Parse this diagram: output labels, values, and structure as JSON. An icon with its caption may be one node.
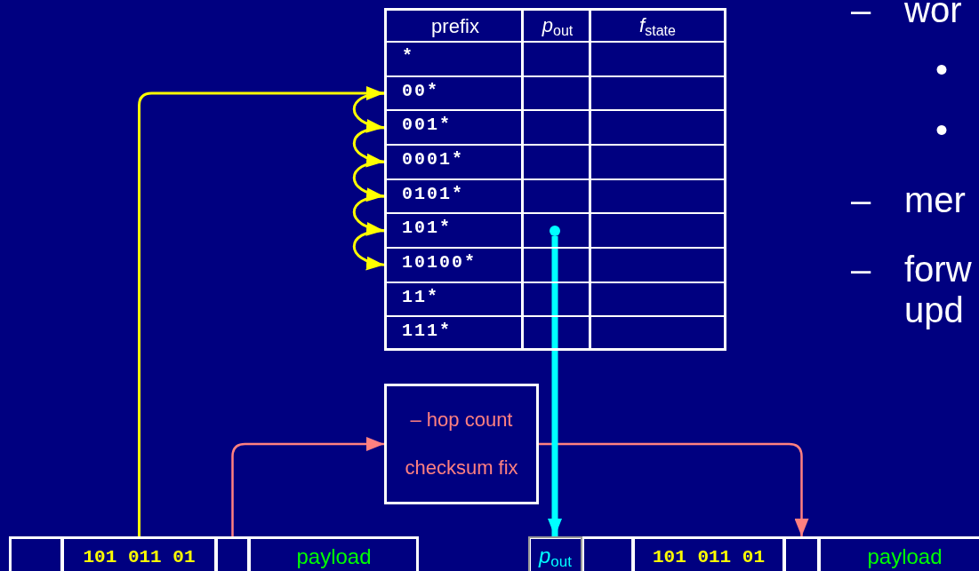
{
  "diagram": {
    "nodes": [
      {
        "text": [
          "prefix",
          "*p*$_{out}$",
          "*f*$_{state}$"
        ]
      },
      {
        "text": [
          "*"
        ],
        "in": 0
      },
      {
        "text": [
          "00*"
        ],
        "in": 0
      },
      {
        "text": [
          "001*"
        ],
        "in": 0
      },
      {
        "text": [
          "0001*"
        ],
        "in": 0
      },
      {
        "text": [
          "0101*"
        ],
        "in": 0
      },
      {
        "text": [
          "101*"
        ],
        "in": 0
      },
      {
        "text": [
          "10100*"
        ],
        "in": 0
      },
      {
        "text": [
          "11*"
        ],
        "in": 0
      },
      {
        "text": [
          "111*"
        ],
        "in": 0
      },
      {
        "text": [],
        "shape": "circle",
        "in": 0
      },
      {
        "text": [
          "– hop count",
          "checksum fix"
        ]
      },
      {
        "text": [],
        "shape": "bar"
      },
      {
        "text": [],
        "shape": "box",
        "in": 12
      },
      {
        "text": [
          "101 011 01"
        ],
        "in": 12
      },
      {
        "text": [],
        "shape": "box",
        "in": 12
      },
      {
        "text": [
          "payload"
        ],
        "in": 12
      },
      {
        "text": [],
        "shape": "bar"
      },
      {
        "text": [
          "*p*$_{out}$"
        ],
        "in": 17
      },
      {
        "text": [],
        "shape": "box",
        "in": 17
      },
      {
        "text": [
          "101 011 01"
        ],
        "in": 17
      },
      {
        "text": [],
        "shape": "box",
        "in": 17
      },
      {
        "text": [
          "payload"
        ],
        "in": 17
      }
    ],
    "edges": [
      {
        "from": 14,
        "to": 2,
        "arrow": "to"
      },
      {
        "from": 2,
        "to": 3,
        "arrow": "to"
      },
      {
        "from": 3,
        "to": 4,
        "arrow": "to"
      },
      {
        "from": 4,
        "to": 5,
        "arrow": "to"
      },
      {
        "from": 5,
        "to": 6,
        "arrow": "to"
      },
      {
        "from": 6,
        "to": 7,
        "arrow": "to"
      },
      {
        "from": 15,
        "to": 11,
        "arrow": "to",
        "color": "#ff8080"
      },
      {
        "from": 11,
        "to": 21,
        "arrow": "to",
        "color": "#ff8080"
      },
      {
        "from": 10,
        "to": 18,
        "arrow": "to",
        "color": "#00ffff",
        "style": "thick"
      }
    ],
    "labels": [
      "–",
      "wor",
      "•",
      "•",
      "–",
      "mer",
      "–",
      "forw upd"
    ]
  }
}
